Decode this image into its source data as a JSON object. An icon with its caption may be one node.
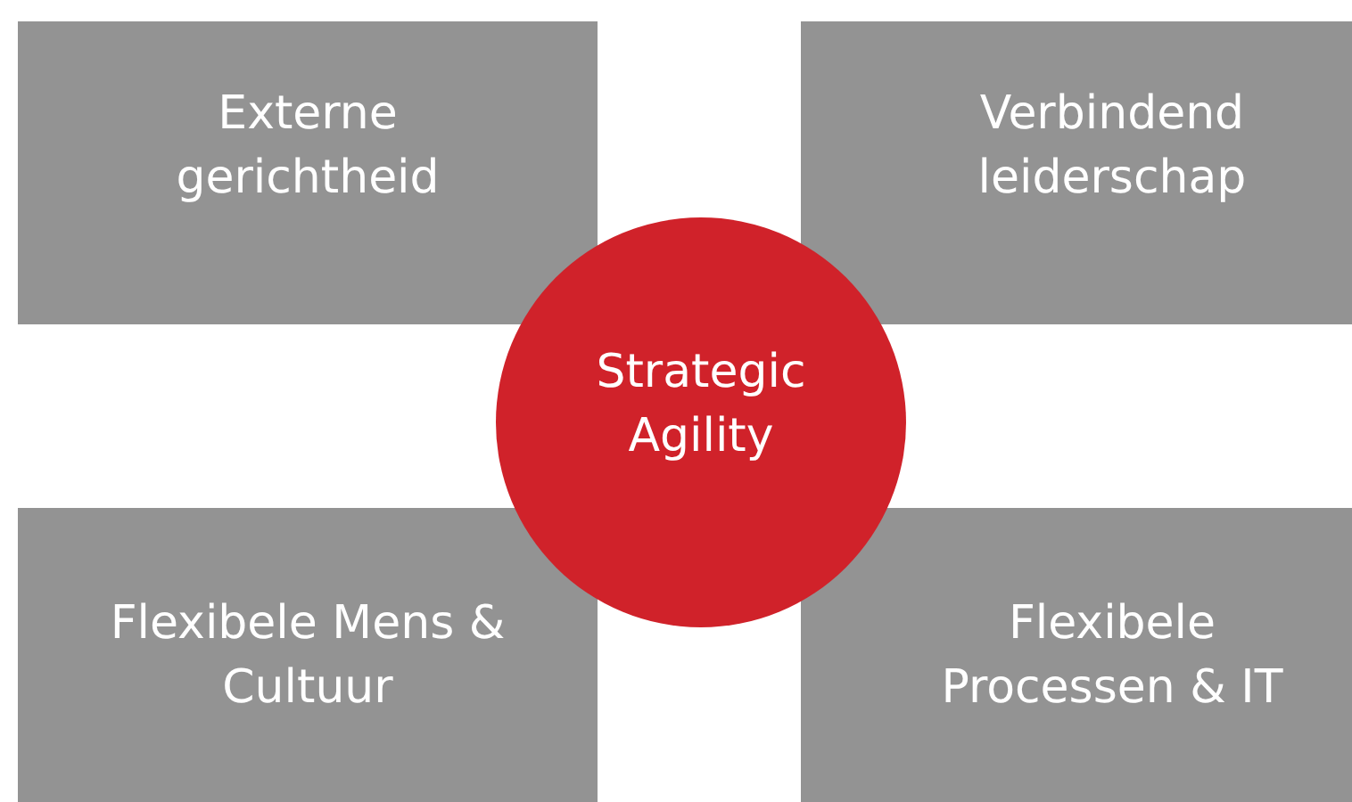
{
  "diagram": {
    "nodes": [
      {
        "text": [
          "Externe gerichtheid"
        ]
      },
      {
        "text": [
          "Verbindend leiderschap"
        ]
      },
      {
        "text": [
          "Strategic Agility"
        ]
      },
      {
        "text": [
          "Flexibele Mens & Cultuur"
        ]
      },
      {
        "text": [
          "Flexibele Processen & IT"
        ]
      }
    ]
  }
}
